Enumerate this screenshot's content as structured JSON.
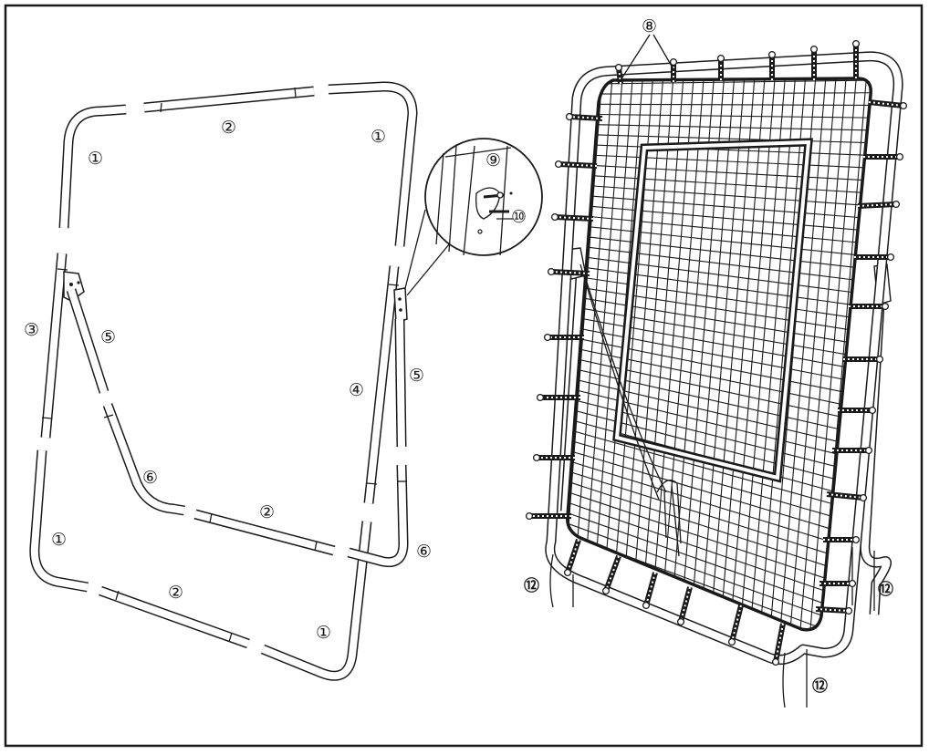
{
  "labels": {
    "p1": "①",
    "p2": "②",
    "p3": "③",
    "p4": "④",
    "p5": "⑤",
    "p6": "⑥",
    "p8": "⑧",
    "p9": "⑨",
    "p10": "⑩",
    "p12": "⑫"
  },
  "colors": {
    "line": "#1a1a1a",
    "background": "#ffffff"
  },
  "icons": {
    "frame": "tubular-frame-parts",
    "detail": "bolt-detail-magnifier",
    "assembled": "rebounder-net-assembled"
  }
}
